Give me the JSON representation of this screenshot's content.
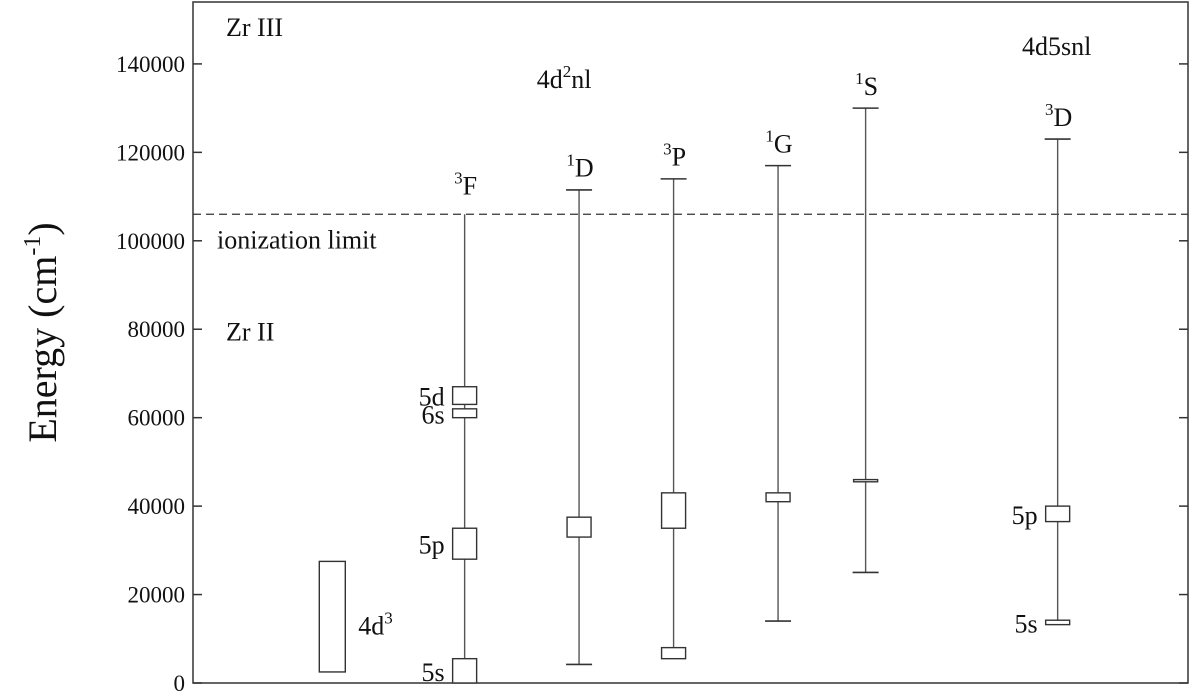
{
  "chart_data": {
    "type": "diagram",
    "ylabel_main": "Energy (cm",
    "ylabel_sup": "-1",
    "ylabel_close": ")",
    "ylim": [
      0,
      154000
    ],
    "xlim": [
      0,
      100
    ],
    "y_ticks": [
      0,
      20000,
      40000,
      60000,
      80000,
      100000,
      120000,
      140000
    ],
    "y_tick_labels": [
      "0",
      "20000",
      "40000",
      "60000",
      "80000",
      "100000",
      "120000",
      "140000"
    ],
    "ionization": {
      "energy": 106000,
      "label": "ionization limit"
    },
    "labels": {
      "zr3": "Zr III",
      "zr2": "Zr II",
      "config1": {
        "pre": "4d",
        "sup": "2",
        "post": "nl",
        "x": 37.3,
        "y": 134500
      },
      "config2": {
        "text": "4d5snl",
        "x": 86.8,
        "y": 142000
      }
    },
    "block_4d3": {
      "x": 14,
      "ymin": 2500,
      "ymax": 27500,
      "label_pre": "4d",
      "label_sup": "3"
    },
    "terms": [
      {
        "id": "3F",
        "sup": "3",
        "letter": "F",
        "x": 27.3,
        "ymin": 1200,
        "ymax": 106000,
        "top_cap": false,
        "bottom_cap": false,
        "label_y": 110500,
        "levels": [
          {
            "name": "5s",
            "ymin": 0,
            "ymax": 5500
          },
          {
            "name": "5p",
            "ymin": 28000,
            "ymax": 35000
          },
          {
            "name": "6s",
            "ymin": 60000,
            "ymax": 62000
          },
          {
            "name": "5d",
            "ymin": 63000,
            "ymax": 67000
          }
        ]
      },
      {
        "id": "1D",
        "sup": "1",
        "letter": "D",
        "x": 38.8,
        "ymin": 4200,
        "ymax": 111500,
        "top_cap": true,
        "bottom_cap": true,
        "label_y": 114500,
        "levels": [
          {
            "name": "",
            "ymin": 33000,
            "ymax": 37500
          }
        ]
      },
      {
        "id": "3P",
        "sup": "3",
        "letter": "P",
        "x": 48.3,
        "ymin": 6000,
        "ymax": 114000,
        "top_cap": true,
        "bottom_cap": false,
        "label_y": 117000,
        "levels": [
          {
            "name": "",
            "ymin": 5500,
            "ymax": 8000
          },
          {
            "name": "",
            "ymin": 35000,
            "ymax": 43000
          }
        ]
      },
      {
        "id": "1G",
        "sup": "1",
        "letter": "G",
        "x": 58.8,
        "ymin": 14000,
        "ymax": 117000,
        "top_cap": true,
        "bottom_cap": true,
        "label_y": 120000,
        "levels": [
          {
            "name": "",
            "ymin": 41000,
            "ymax": 43000
          }
        ]
      },
      {
        "id": "1S",
        "sup": "1",
        "letter": "S",
        "x": 67.6,
        "ymin": 25000,
        "ymax": 130000,
        "top_cap": true,
        "bottom_cap": true,
        "label_y": 133000,
        "levels": [
          {
            "name": "",
            "ymin": 45500,
            "ymax": 46000
          }
        ]
      },
      {
        "id": "3D",
        "sup": "3",
        "letter": "D",
        "x": 86.9,
        "ymin": 13500,
        "ymax": 123000,
        "top_cap": true,
        "bottom_cap": false,
        "label_y": 126000,
        "levels": [
          {
            "name": "5s",
            "ymin": 13200,
            "ymax": 14200
          },
          {
            "name": "5p",
            "ymin": 36500,
            "ymax": 40000
          }
        ]
      }
    ]
  }
}
